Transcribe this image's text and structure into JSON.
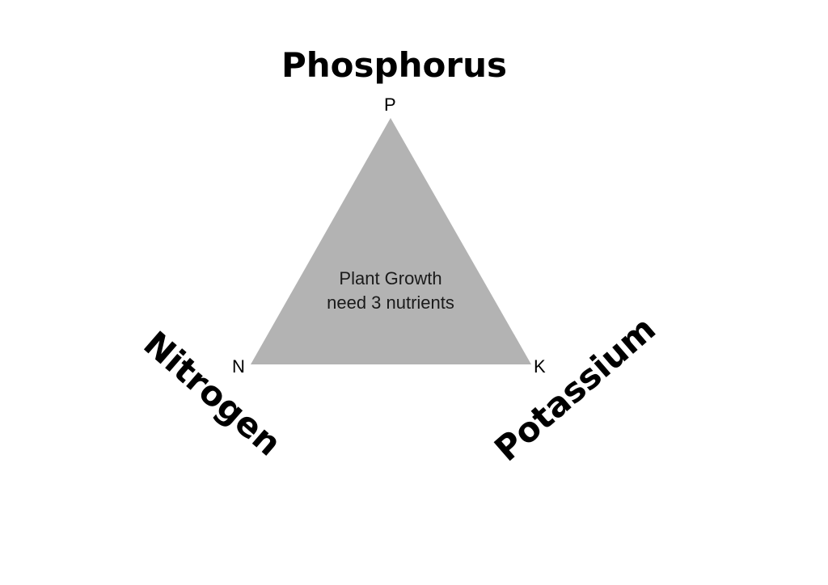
{
  "title": "Phosphorus",
  "labels": {
    "left": "Nitrogen",
    "right": "Potassium"
  },
  "vertices": {
    "top": "P",
    "left": "N",
    "right": "K"
  },
  "center_text": {
    "line1": "Plant Growth",
    "line2": "need 3 nutrients"
  },
  "colors": {
    "triangle": "#b3b3b3",
    "text": "#000000"
  }
}
